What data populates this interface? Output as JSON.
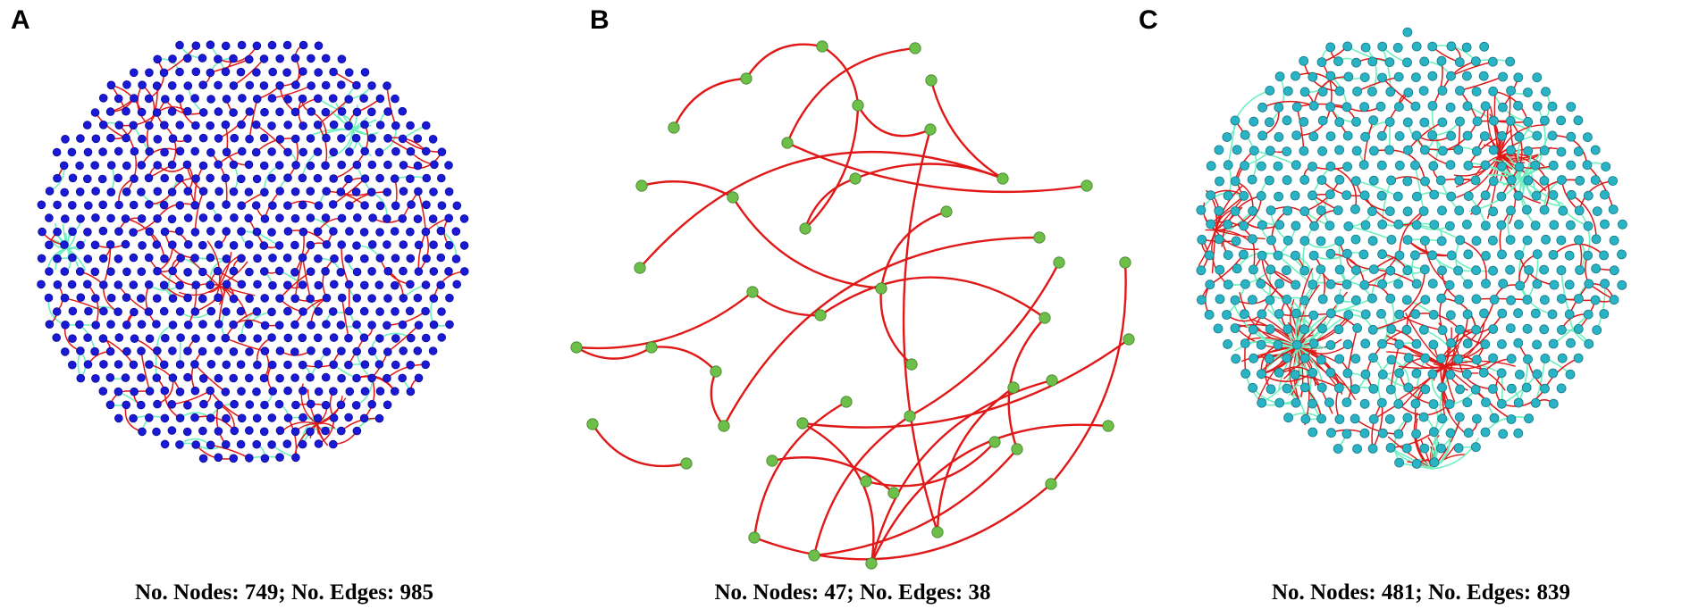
{
  "panels": [
    {
      "letter": "A",
      "caption": "No. Nodes: 749; No. Edges: 985",
      "node_color": "#1a1ad6",
      "node_stroke": "#0a0a9a",
      "red_edge_color": "#e01818",
      "green_edge_color": "#6ef0c0",
      "node_count": 749,
      "edge_count": 985
    },
    {
      "letter": "B",
      "caption": "No. Nodes: 47; No. Edges: 38",
      "node_color": "#6dbf4a",
      "node_stroke": "#3e7f24",
      "red_edge_color": "#e01818",
      "green_edge_color": "#6ef0c0",
      "node_count": 47,
      "edge_count": 38
    },
    {
      "letter": "C",
      "caption": "No. Nodes: 481; No. Edges: 839",
      "node_color": "#2ab3c4",
      "node_stroke": "#137a88",
      "red_edge_color": "#e01818",
      "green_edge_color": "#6ef0c0",
      "node_count": 481,
      "edge_count": 839
    }
  ]
}
